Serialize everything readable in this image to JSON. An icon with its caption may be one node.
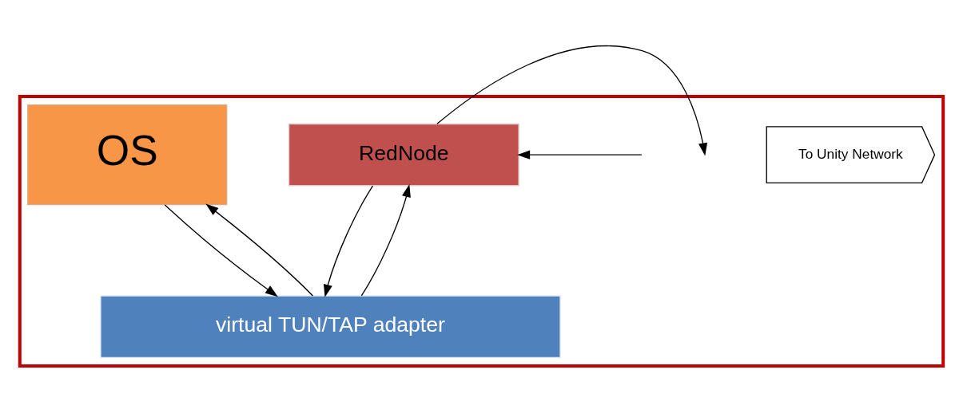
{
  "diagram": {
    "nodes": [
      {
        "text": [],
        "shape": "box"
      },
      {
        "text": [
          "OS"
        ],
        "in": 0
      },
      {
        "text": [
          "RedNode"
        ],
        "in": 0
      },
      {
        "text": [
          "virtual TUN/TAP adapter"
        ],
        "in": 0
      },
      {
        "text": [
          "To Unity Network"
        ],
        "in": 0
      }
    ],
    "edges": [
      {
        "from": 1,
        "to": 3,
        "arrow": "to"
      },
      {
        "from": 3,
        "to": 1,
        "arrow": "to"
      },
      {
        "from": 3,
        "to": 2,
        "arrow": "to"
      },
      {
        "from": 2,
        "to": 3,
        "arrow": "to"
      },
      {
        "from": 2,
        "to": null,
        "arrow": "to"
      },
      {
        "from": null,
        "to": 2,
        "arrow": "to"
      }
    ]
  }
}
